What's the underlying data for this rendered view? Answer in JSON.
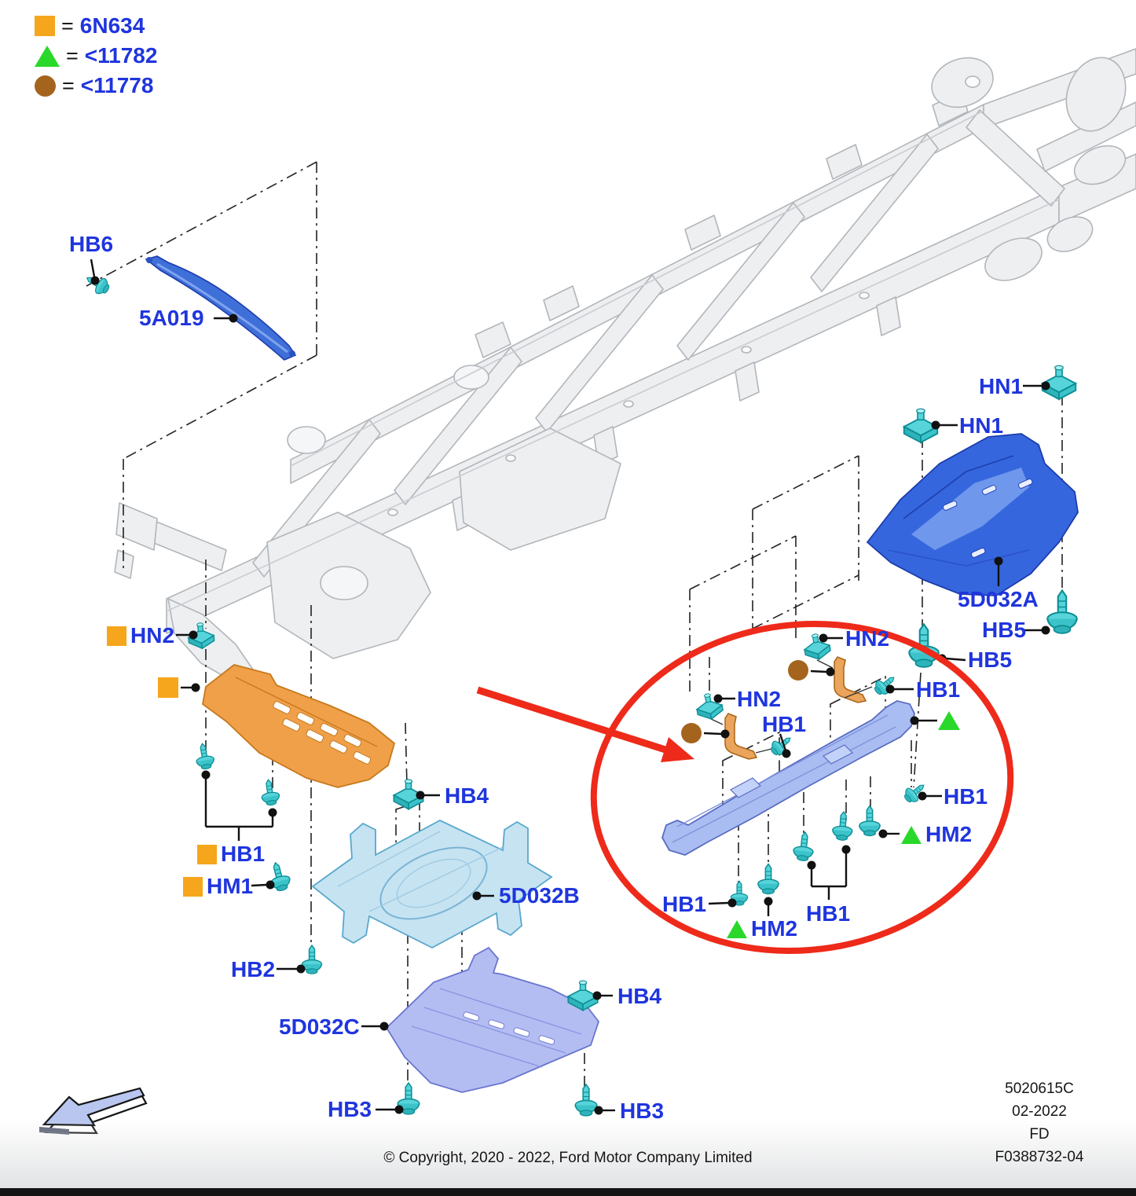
{
  "legend": {
    "rows": [
      {
        "symbol": "orange-square",
        "relation": "=",
        "code": "6N634"
      },
      {
        "symbol": "green-triangle",
        "relation": "=",
        "code": "<11782"
      },
      {
        "symbol": "brown-circle",
        "relation": "=",
        "code": "<11778"
      }
    ]
  },
  "callouts": [
    {
      "text": "HB6",
      "marker": "none"
    },
    {
      "text": "5A019",
      "marker": "none"
    },
    {
      "text": "HN1",
      "marker": "none"
    },
    {
      "text": "HN1",
      "marker": "none"
    },
    {
      "text": "5D032A",
      "marker": "none"
    },
    {
      "text": "HB5",
      "marker": "none"
    },
    {
      "text": "HB5",
      "marker": "none"
    },
    {
      "text": "HN2",
      "marker": "none"
    },
    {
      "text": "HB1",
      "marker": "none"
    },
    {
      "text": "HN2",
      "marker": "none"
    },
    {
      "text": "HB1",
      "marker": "none"
    },
    {
      "text": "HB1",
      "marker": "none"
    },
    {
      "text": "HM2",
      "marker": "green-triangle"
    },
    {
      "text": "HB1",
      "marker": "none"
    },
    {
      "text": "HM2",
      "marker": "green-triangle"
    },
    {
      "text": "HB1",
      "marker": "none"
    },
    {
      "text": "HB4",
      "marker": "none"
    },
    {
      "text": "5D032B",
      "marker": "none"
    },
    {
      "text": "HB2",
      "marker": "none"
    },
    {
      "text": "5D032C",
      "marker": "none"
    },
    {
      "text": "HB3",
      "marker": "none"
    },
    {
      "text": "HB4",
      "marker": "none"
    },
    {
      "text": "HB3",
      "marker": "none"
    },
    {
      "text": "HN2",
      "marker": "orange-square"
    },
    {
      "text": "HB1",
      "marker": "orange-square"
    },
    {
      "text": "HM1",
      "marker": "orange-square"
    }
  ],
  "doc_info": {
    "sheet_number": "5020615C",
    "date": "02-2022",
    "market": "FD",
    "figure_number": "F0388732-04"
  },
  "footer": {
    "copyright": "© Copyright, 2020 - 2022, Ford Motor Company Limited"
  },
  "colors": {
    "label_blue": "#1f35de",
    "highlight_red": "#ee2a1a",
    "fastener_teal": "#57d4da",
    "legend_orange": "#f6a61c",
    "legend_green": "#2ad82a",
    "legend_brown": "#a4641e",
    "shield_blue": "#3566dd",
    "shield_light_blue": "#c6e3f2",
    "shield_periwinkle": "#b3bdf2",
    "deflector_orange": "#f0a049",
    "frame_gray": "#edeff1"
  }
}
